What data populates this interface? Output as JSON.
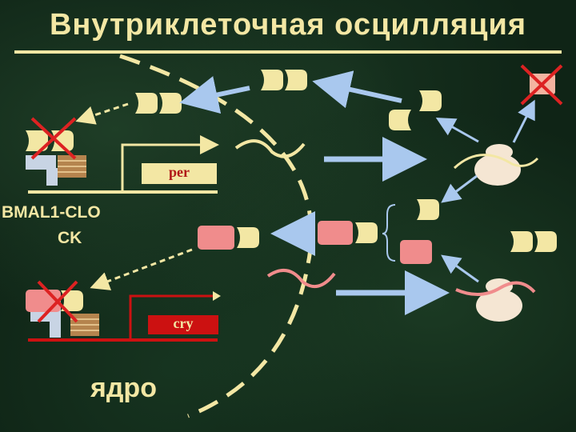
{
  "title": "Внутриклеточная осцилляция",
  "labels": {
    "complex_line1": "BMAL1-CLO",
    "complex_line2": "CK",
    "nucleus": "ядро",
    "gene_per": "per",
    "gene_cry": "cry"
  },
  "colors": {
    "title": "#f3e7a4",
    "protein_yellow": "#f3e7a4",
    "protein_pink": "#f08c8c",
    "arrow_blue": "#a9c8ee",
    "nucleus_border": "#f3e7a4",
    "gene_per_box": "#f3e7a4",
    "gene_cry_box": "#cc1111",
    "inhibit_x": "#dd2222"
  }
}
